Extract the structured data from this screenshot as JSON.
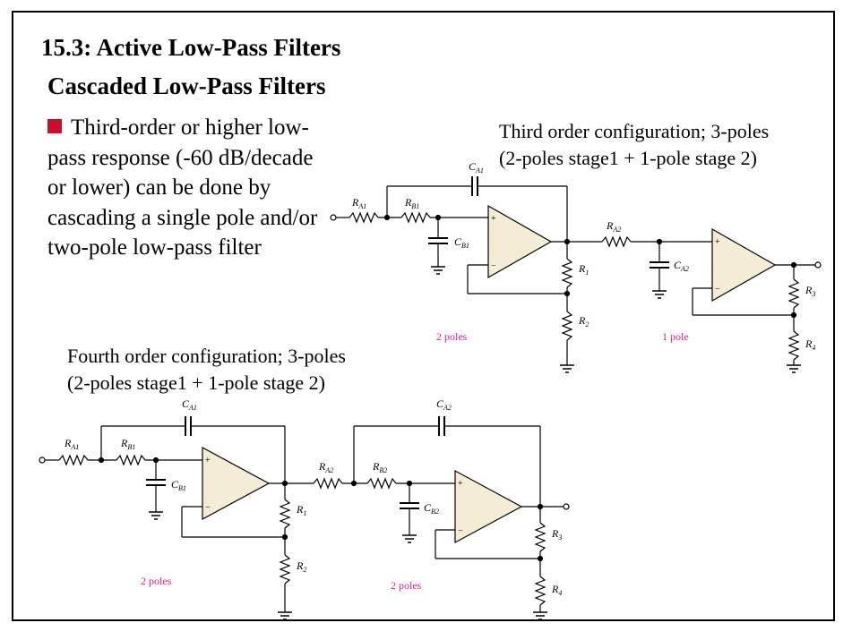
{
  "slide": {
    "title": "15.3: Active Low-Pass Filters",
    "subtitle": "Cascaded Low-Pass Filters",
    "bullet": "Third-order or higher low-pass response (-60 dB/decade or lower) can be done by cascading a single pole and/or two-pole low-pass filter"
  },
  "third_order": {
    "caption_line1": "Third order configuration; 3-poles",
    "caption_line2": "(2-poles stage1 + 1-pole stage 2)",
    "stage1_poles": "2 poles",
    "stage2_poles": "1 pole"
  },
  "fourth_order": {
    "caption_line1": "Fourth order configuration; 3-poles",
    "caption_line2": "(2-poles stage1 + 1-pole stage 2)",
    "stage1_poles": "2 poles",
    "stage2_poles": "2 poles"
  },
  "components": {
    "RA1": {
      "main": "R",
      "sub": "A1"
    },
    "RB1": {
      "main": "R",
      "sub": "B1"
    },
    "RA2": {
      "main": "R",
      "sub": "A2"
    },
    "RB2": {
      "main": "R",
      "sub": "B2"
    },
    "CA1": {
      "main": "C",
      "sub": "A1"
    },
    "CB1": {
      "main": "C",
      "sub": "B1"
    },
    "CA2": {
      "main": "C",
      "sub": "A2"
    },
    "CB2": {
      "main": "C",
      "sub": "B2"
    },
    "R1": {
      "main": "R",
      "sub": "1"
    },
    "R2": {
      "main": "R",
      "sub": "2"
    },
    "R3": {
      "main": "R",
      "sub": "3"
    },
    "R4": {
      "main": "R",
      "sub": "4"
    }
  },
  "opamp_pins": {
    "plus": "+",
    "minus": "−"
  },
  "colors": {
    "opamp_fill": "#f5ecd6",
    "bullet_square": "#c8102e",
    "pole_label": "#e0218a"
  }
}
